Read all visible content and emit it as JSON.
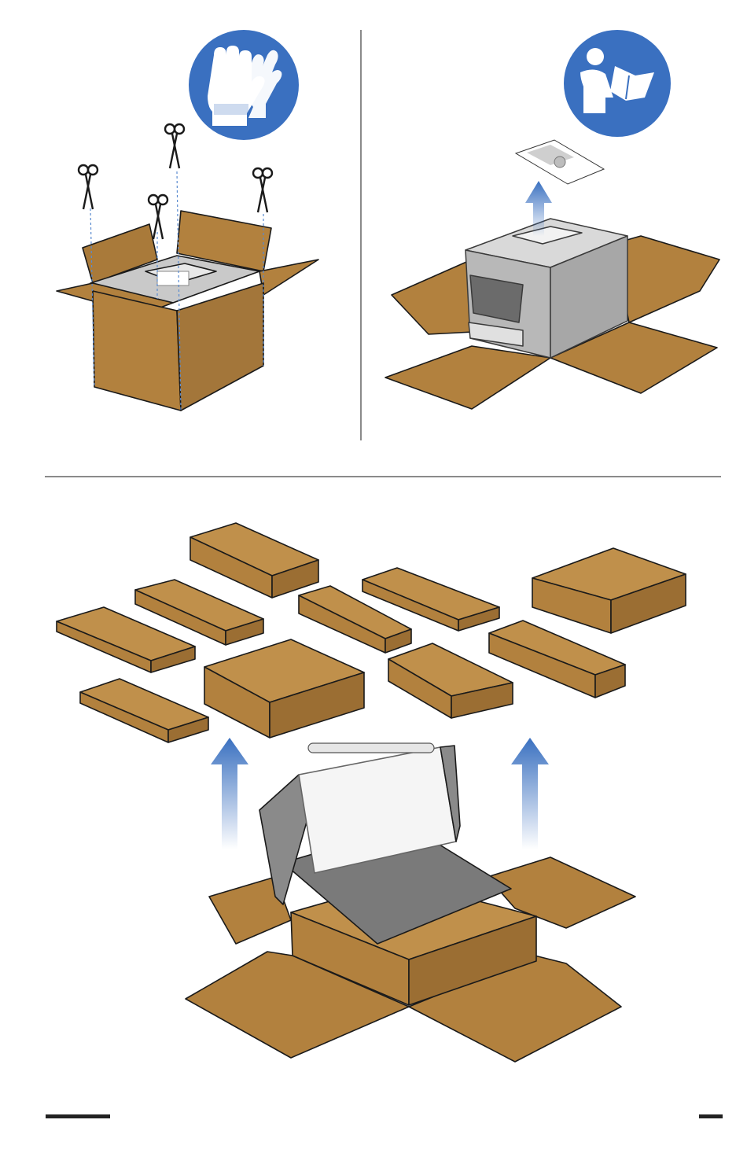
{
  "colors": {
    "cardboard": "#b2813e",
    "cardboard_dark": "#9b6e33",
    "outline": "#1a1a1a",
    "safety_blue": "#3a70c0",
    "printer_gray": "#b8b8b8",
    "printer_light": "#d9d9d9",
    "divider": "#8a8a8a"
  },
  "icons": {
    "gloves": "gloves-icon",
    "manual": "read-manual-icon",
    "scissors": "scissors-icon",
    "arrow": "lift-arrow-icon"
  },
  "steps": [
    {
      "id": "cut-box",
      "description_icon": "gloves-icon"
    },
    {
      "id": "remove-documents",
      "description_icon": "read-manual-icon"
    },
    {
      "id": "remove-packing",
      "description_icon": "lift-arrow-icon"
    }
  ]
}
